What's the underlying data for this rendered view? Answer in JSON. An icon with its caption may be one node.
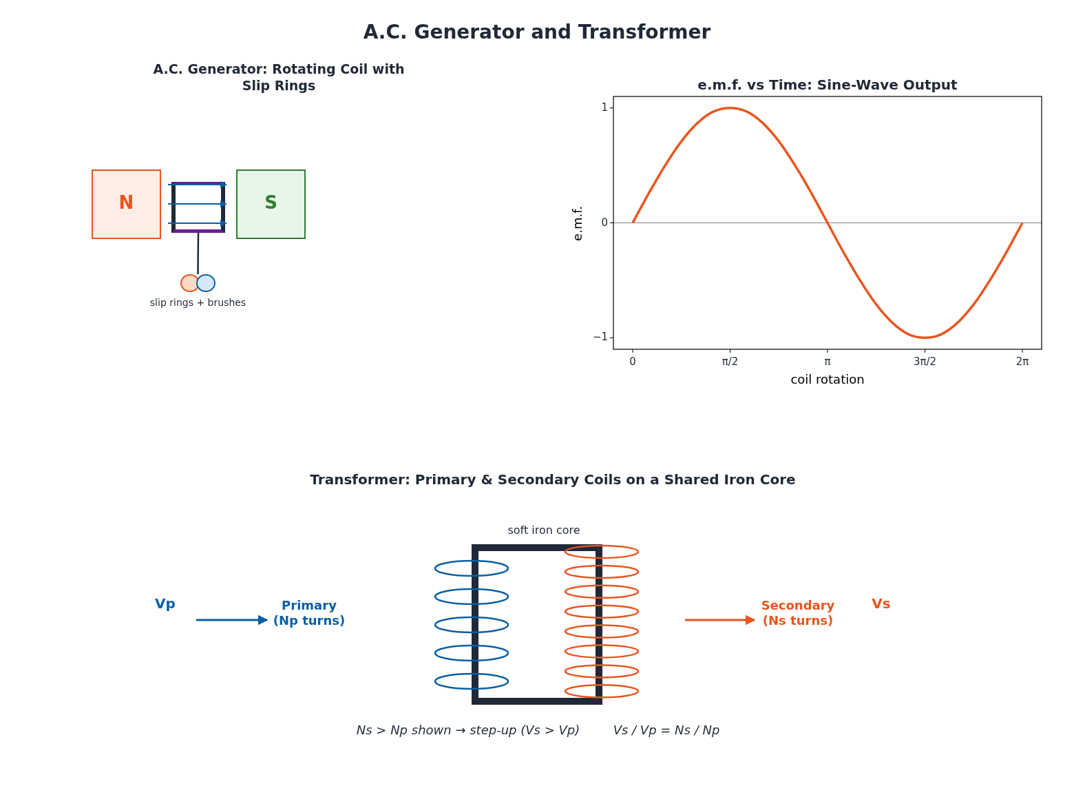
{
  "diagram": {
    "title": "A.C. Generator and Transformer",
    "nodes": [
      {
        "text": [
          "N"
        ]
      },
      {
        "text": [],
        "shape": "box"
      },
      {
        "text": [
          "S"
        ]
      },
      {
        "text": [],
        "shape": "circle",
        "beside": [
          "slip rings + brushes"
        ]
      },
      {
        "text": [
          "Primary (Np turns)"
        ]
      },
      {
        "text": [
          "soft iron core"
        ]
      },
      {
        "text": [
          "Secondary (Ns turns)"
        ]
      }
    ],
    "edges": [
      {
        "from": 1,
        "to": 3,
        "arrow": "none"
      },
      {
        "from": null,
        "to": 4,
        "arrow": "to",
        "color": "#0b5fa5"
      },
      {
        "from": null,
        "to": 6,
        "arrow": "to",
        "color": "#e8561f"
      }
    ],
    "labels": [
      "A.C. Generator: Rotating Coil with Slip Rings",
      "Transformer: Primary & Secondary Coils on a Shared Iron Core",
      "Vp",
      "Vs",
      "Ns > Np shown → step-up (Vs > Vp)",
      "Vs / Vp = Ns / Np"
    ],
    "chart_data": {
      "type": "line",
      "title": "e.m.f. vs Time: Sine-Wave Output",
      "xlabel": "coil rotation",
      "ylabel": "e.m.f.",
      "x": [
        0,
        0.2618,
        0.5236,
        0.7854,
        1.0472,
        1.309,
        1.5708,
        1.8326,
        2.0944,
        2.3562,
        2.618,
        2.8798,
        3.1416,
        3.4034,
        3.6652,
        3.927,
        4.1888,
        4.4506,
        4.7124,
        4.9742,
        5.236,
        5.4978,
        5.7596,
        6.0214,
        6.2832
      ],
      "series": [
        {
          "color": "#e8561f",
          "values": [
            0,
            0.26,
            0.5,
            0.71,
            0.87,
            0.97,
            1,
            0.97,
            0.87,
            0.71,
            0.5,
            0.26,
            0,
            -0.26,
            -0.5,
            -0.71,
            -0.87,
            -0.97,
            -1,
            -0.97,
            -0.87,
            -0.71,
            -0.5,
            -0.26,
            0
          ]
        }
      ],
      "xlim": [
        -0.311,
        6.594
      ],
      "ylim": [
        -1.1,
        1.1
      ],
      "xticks": [
        {
          "value": 0,
          "label": "0"
        },
        {
          "value": 1.5708,
          "label": "π/2"
        },
        {
          "value": 3.1416,
          "label": "π"
        },
        {
          "value": 4.7124,
          "label": "3π/2"
        },
        {
          "value": 6.2832,
          "label": "2π"
        }
      ],
      "yticks": [
        {
          "value": -1,
          "label": "−1"
        },
        0,
        1
      ]
    }
  }
}
